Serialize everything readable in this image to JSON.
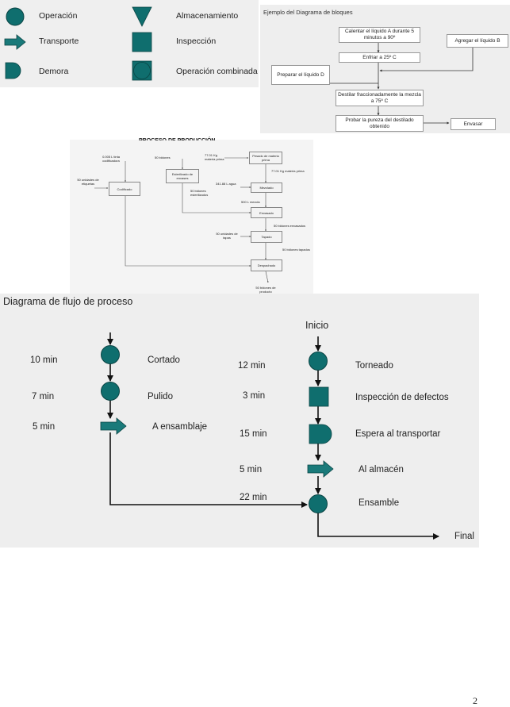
{
  "colors": {
    "symbol_fill": "#0f6e6e",
    "symbol_stroke": "#0a4444",
    "arrow_fill": "#1a7a7a"
  },
  "legend": {
    "items": [
      {
        "label": "Operación",
        "icon": "circle-icon"
      },
      {
        "label": "Transporte",
        "icon": "arrow-icon"
      },
      {
        "label": "Demora",
        "icon": "d-shape-icon"
      },
      {
        "label": "Almacenamiento",
        "icon": "triangle-down-icon"
      },
      {
        "label": "Inspección",
        "icon": "square-icon"
      },
      {
        "label": "Operación combinada",
        "icon": "square-circle-icon"
      }
    ]
  },
  "block_diagram": {
    "title": "Ejemplo del Diagrama de bloques",
    "boxes": {
      "calentar": "Calentar el líquido A durante 5 minutos a 90º",
      "enfriar": "Enfriar a 25º C",
      "agregar": "Agregar el líquido B",
      "preparar": "Preparar el líquido D",
      "destilar": "Destilar fraccionadamente la mezcla a 75º C",
      "probar": "Probar la pureza del destilado obtenido",
      "envasar": "Envasar"
    }
  },
  "production": {
    "title": "PROCESO DE PRODUCCIÓN",
    "boxes": {
      "codificado": "Codificado",
      "esterilizado": "Esterilizado de envases",
      "pesado": "Pesado de materia prima",
      "mezclado": "Mezclado",
      "envasado": "Envasado",
      "tapado": "Tapado",
      "despachado": "Despachado"
    },
    "labels": {
      "tinta": "0.005 L tinta codificadora",
      "bidones_in": "50 bidones",
      "materia_in": "77.01 Kg materia prima",
      "etiquetas": "50 unidades de etiquetas",
      "materia_out": "77.01 Kg materia prima",
      "agua": "341.88 L agua",
      "bidones_ester": "50 bidones esterilizados",
      "mezcla": "500 L mezcla",
      "bidones_env": "50 bidones envasados",
      "tapas": "50 unidades de tapas",
      "bidones_tap": "50 bidones tapados",
      "bidones_prod": "50 bidones de producto"
    }
  },
  "flow": {
    "title": "Diagrama de flujo de proceso",
    "inicio": "Inicio",
    "final": "Final",
    "left_steps": [
      {
        "time": "10 min",
        "label": "Cortado"
      },
      {
        "time": "7 min",
        "label": "Pulido"
      },
      {
        "time": "5 min",
        "label": "A ensamblaje"
      }
    ],
    "right_steps": [
      {
        "time": "12 min",
        "label": "Torneado"
      },
      {
        "time": "3 min",
        "label": "Inspección de defectos"
      },
      {
        "time": "15 min",
        "label": "Espera al transportar"
      },
      {
        "time": "5 min",
        "label": "Al almacén"
      },
      {
        "time": "22 min",
        "label": "Ensamble"
      }
    ]
  },
  "page_number": "2"
}
